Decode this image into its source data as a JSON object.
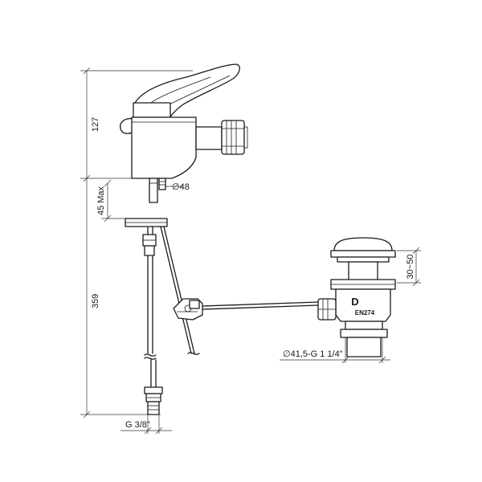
{
  "dimensions": {
    "overall_height": "127",
    "max_thickness": "45 Max",
    "total_height": "359",
    "hole_diameter": "∅48",
    "waste_range": "30~50",
    "waste_thread": "∅41,5-G 1 1/4\"",
    "supply_thread": "G 3/8\""
  },
  "waste_marking": {
    "letter": "D",
    "standard": "EN274"
  }
}
